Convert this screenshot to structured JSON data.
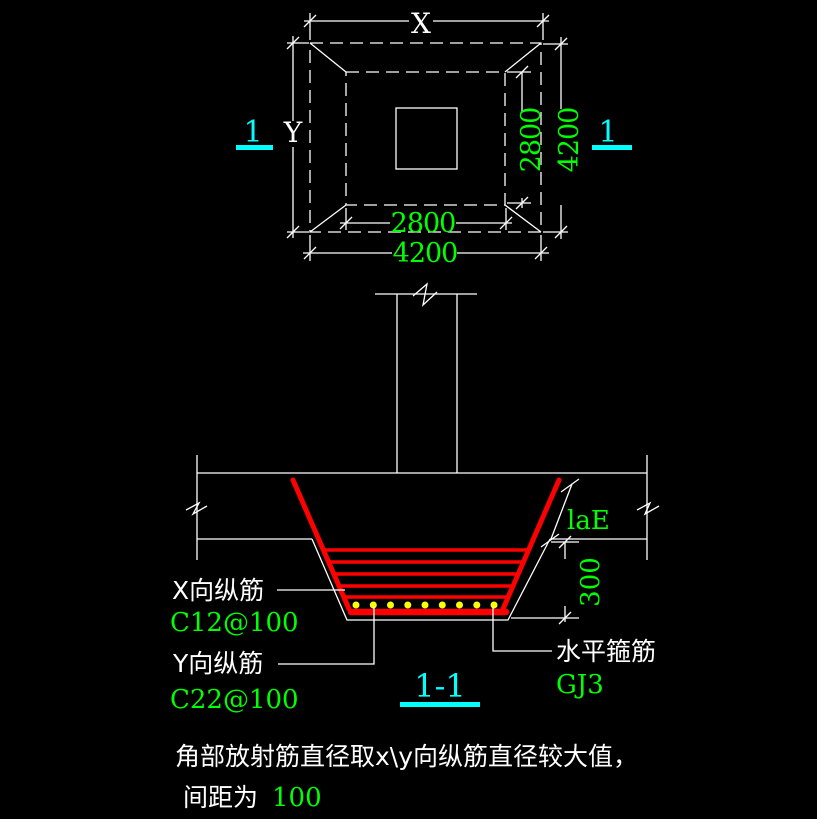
{
  "colors": {
    "background": "#000000",
    "outline": "#ffffff",
    "dimension_text": "#00ff00",
    "section_marker": "#00ffff",
    "rebar": "#fd0000",
    "stirrup_dot": "#ffff00"
  },
  "plan": {
    "axis_x_label": "X",
    "axis_y_label": "Y",
    "inner_height_dim": "2800",
    "outer_height_dim": "4200",
    "inner_width_dim": "2800",
    "outer_width_dim": "4200",
    "section_marker_left": "1",
    "section_marker_right": "1"
  },
  "section": {
    "title": "1-1",
    "anchorage_label": "laE",
    "depth_dim": "300",
    "x_rebar_label": "X向纵筋",
    "x_rebar_spec": "C12@100",
    "y_rebar_label": "Y向纵筋",
    "y_rebar_spec": "C22@100",
    "stirrup_label": "水平箍筋",
    "stirrup_spec": "GJ3"
  },
  "note": {
    "line1": "角部放射筋直径取x\\y向纵筋直径较大值，",
    "line2_label": "间距为",
    "line2_value": "100"
  }
}
